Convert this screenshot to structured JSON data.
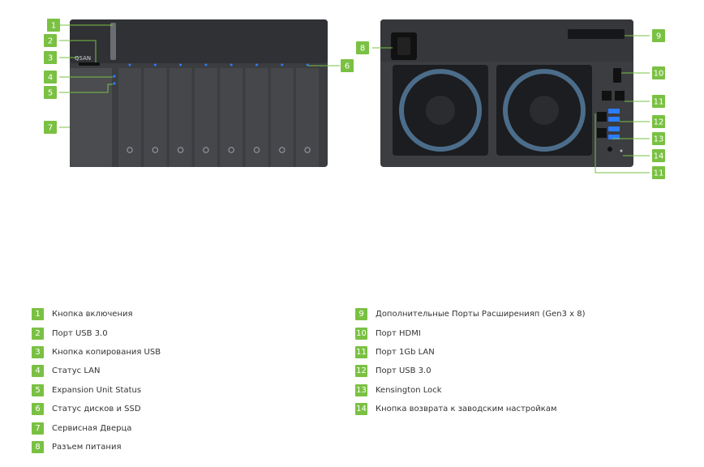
{
  "colors": {
    "badge": "#7ac143",
    "chassis": "#3b3d40",
    "led": "#2b7cff",
    "text": "#333333"
  },
  "device": {
    "front_logo": "QSAN"
  },
  "callouts_front": [
    {
      "num": "1"
    },
    {
      "num": "2"
    },
    {
      "num": "3"
    },
    {
      "num": "4"
    },
    {
      "num": "5"
    },
    {
      "num": "7"
    },
    {
      "num": "6"
    }
  ],
  "callouts_rear": [
    {
      "num": "8"
    },
    {
      "num": "9"
    },
    {
      "num": "10"
    },
    {
      "num": "11"
    },
    {
      "num": "12"
    },
    {
      "num": "13"
    },
    {
      "num": "14"
    },
    {
      "num": "11"
    }
  ],
  "legend_left": [
    {
      "num": "1",
      "text": "Кнопка включения"
    },
    {
      "num": "2",
      "text": "Порт USB 3.0"
    },
    {
      "num": "3",
      "text": "Кнопка копирования USB"
    },
    {
      "num": "4",
      "text": "Статус LAN"
    },
    {
      "num": "5",
      "text": "Expansion Unit Status"
    },
    {
      "num": "6",
      "text": "Статус дисков и SSD"
    },
    {
      "num": "7",
      "text": "Сервисная Дверца"
    },
    {
      "num": "8",
      "text": "Разъем питания"
    }
  ],
  "legend_right": [
    {
      "num": "9",
      "text": "Дополнительные Порты Расширенияп (Gen3 x 8)"
    },
    {
      "num": "10",
      "text": "Порт HDMI"
    },
    {
      "num": "11",
      "text": "Порт 1Gb LAN"
    },
    {
      "num": "12",
      "text": "Порт USB 3.0"
    },
    {
      "num": "13",
      "text": "Kensington Lock"
    },
    {
      "num": "14",
      "text": "Кнопка возврата к заводским настройкам"
    }
  ]
}
